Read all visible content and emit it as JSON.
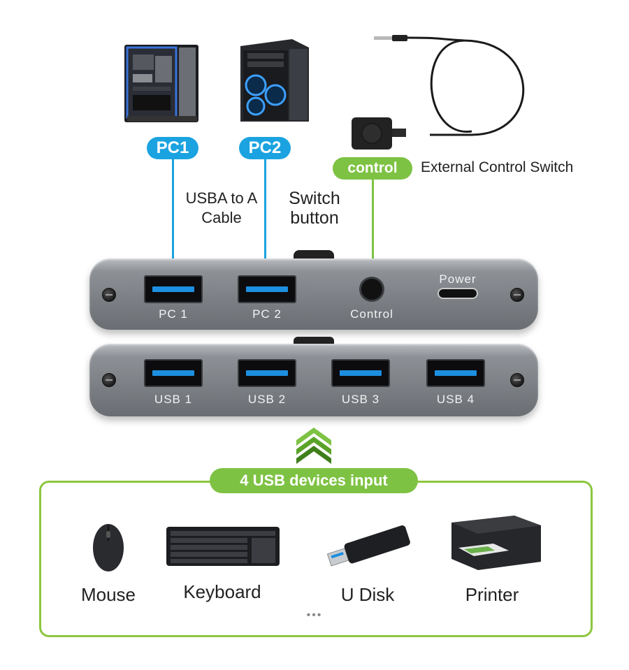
{
  "top": {
    "pc1_badge": "PC1",
    "pc2_badge": "PC2",
    "control_badge": "control",
    "cable_label_line1": "USBA to A",
    "cable_label_line2": "Cable",
    "switch_label_line1": "Switch",
    "switch_label_line2": "button",
    "external_label": "External Control Switch"
  },
  "hub_top": {
    "ports": [
      "PC 1",
      "PC 2"
    ],
    "control_label": "Control",
    "power_label": "Power"
  },
  "hub_bottom": {
    "ports": [
      "USB 1",
      "USB 2",
      "USB 3",
      "USB 4"
    ]
  },
  "devices": {
    "title": "4 USB devices input",
    "items": [
      "Mouse",
      "Keyboard",
      "U Disk",
      "Printer"
    ],
    "more": "•••"
  },
  "colors": {
    "blue": "#1aa3e0",
    "green": "#7ec243",
    "port_blue": "#1d8fe0"
  }
}
